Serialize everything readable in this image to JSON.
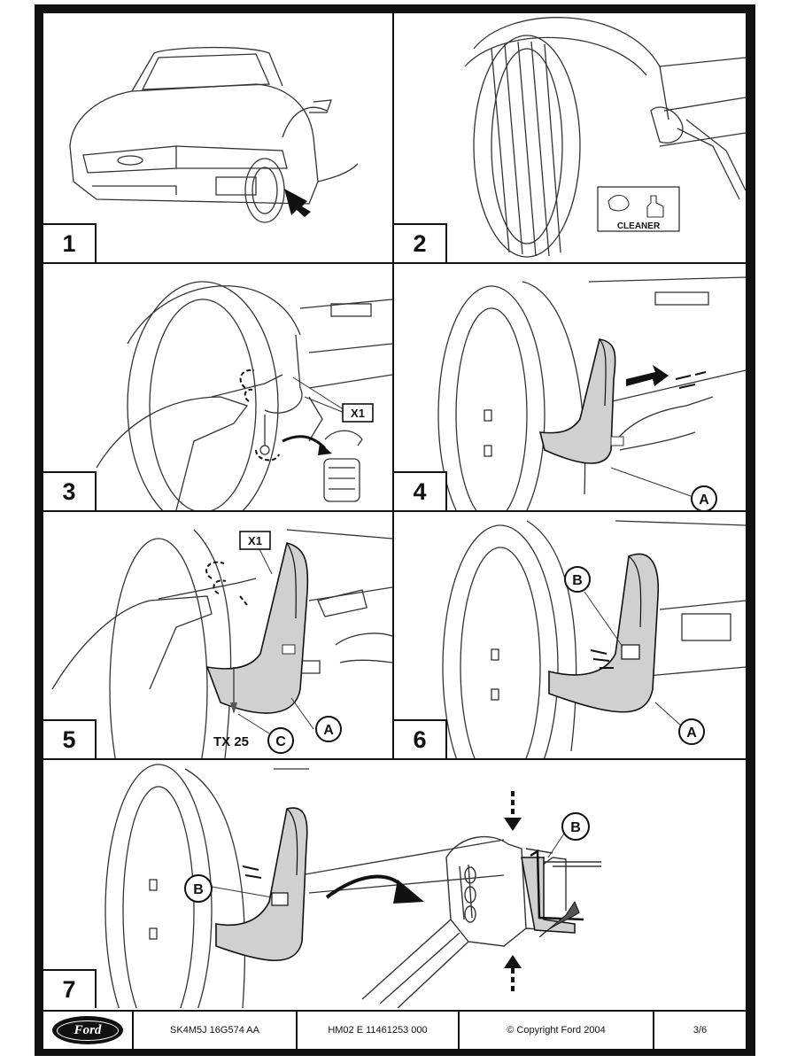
{
  "steps": {
    "s1": {
      "number": "1"
    },
    "s2": {
      "number": "2",
      "cleaner_label": "CLEANER"
    },
    "s3": {
      "number": "3",
      "callout_x1": "X1"
    },
    "s4": {
      "number": "4",
      "callout_a": "A"
    },
    "s5": {
      "number": "5",
      "callout_x1": "X1",
      "callout_a": "A",
      "callout_c": "C",
      "screw_label": "TX 25"
    },
    "s6": {
      "number": "6",
      "callout_a": "A",
      "callout_b": "B"
    },
    "s7": {
      "number": "7",
      "callout_b_left": "B",
      "callout_b_right": "B"
    }
  },
  "footer": {
    "logo_text": "Ford",
    "part_number": "SK4M5J 16G574 AA",
    "doc_number": "HM02 E 11461253 000",
    "copyright": "© Copyright Ford 2004",
    "page": "3/6"
  },
  "colors": {
    "line": "#111111",
    "shade": "#d0d0d0",
    "paper": "#ffffff"
  }
}
